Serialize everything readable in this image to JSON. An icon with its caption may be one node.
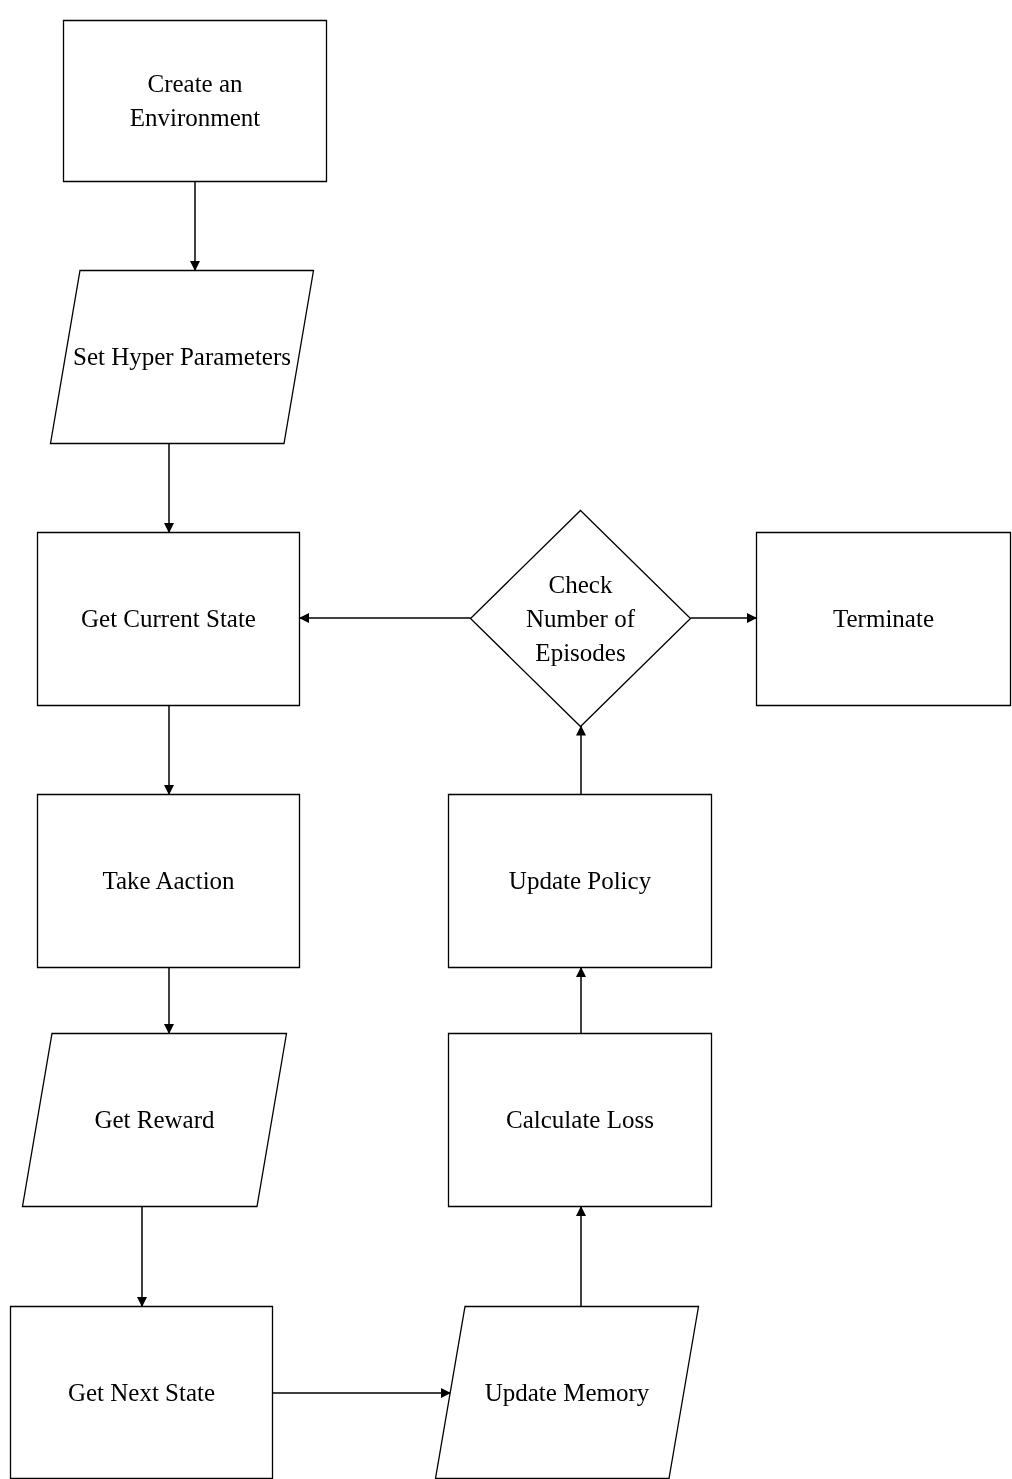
{
  "diagram": {
    "nodes": [
      {
        "text": [
          "Create an Environment"
        ]
      },
      {
        "text": [
          "Set Hyper Parameters"
        ]
      },
      {
        "text": [
          "Get Current State"
        ]
      },
      {
        "text": [
          "Check Number of Episodes"
        ]
      },
      {
        "text": [
          "Terminate"
        ]
      },
      {
        "text": [
          "Take Aaction"
        ]
      },
      {
        "text": [
          "Get Reward"
        ]
      },
      {
        "text": [
          "Get Next State"
        ]
      },
      {
        "text": [
          "Update Memory"
        ]
      },
      {
        "text": [
          "Calculate Loss"
        ]
      },
      {
        "text": [
          "Update Policy"
        ]
      }
    ],
    "edges": [
      {
        "from": 0,
        "to": 1,
        "arrow": "to"
      },
      {
        "from": 1,
        "to": 2,
        "arrow": "to"
      },
      {
        "from": 2,
        "to": 5,
        "arrow": "to"
      },
      {
        "from": 5,
        "to": 6,
        "arrow": "to"
      },
      {
        "from": 6,
        "to": 7,
        "arrow": "to"
      },
      {
        "from": 7,
        "to": 8,
        "arrow": "to"
      },
      {
        "from": 8,
        "to": 9,
        "arrow": "to"
      },
      {
        "from": 9,
        "to": 10,
        "arrow": "to"
      },
      {
        "from": 10,
        "to": 3,
        "arrow": "to"
      },
      {
        "from": 3,
        "to": 2,
        "arrow": "to"
      },
      {
        "from": 3,
        "to": 4,
        "arrow": "to"
      }
    ]
  }
}
